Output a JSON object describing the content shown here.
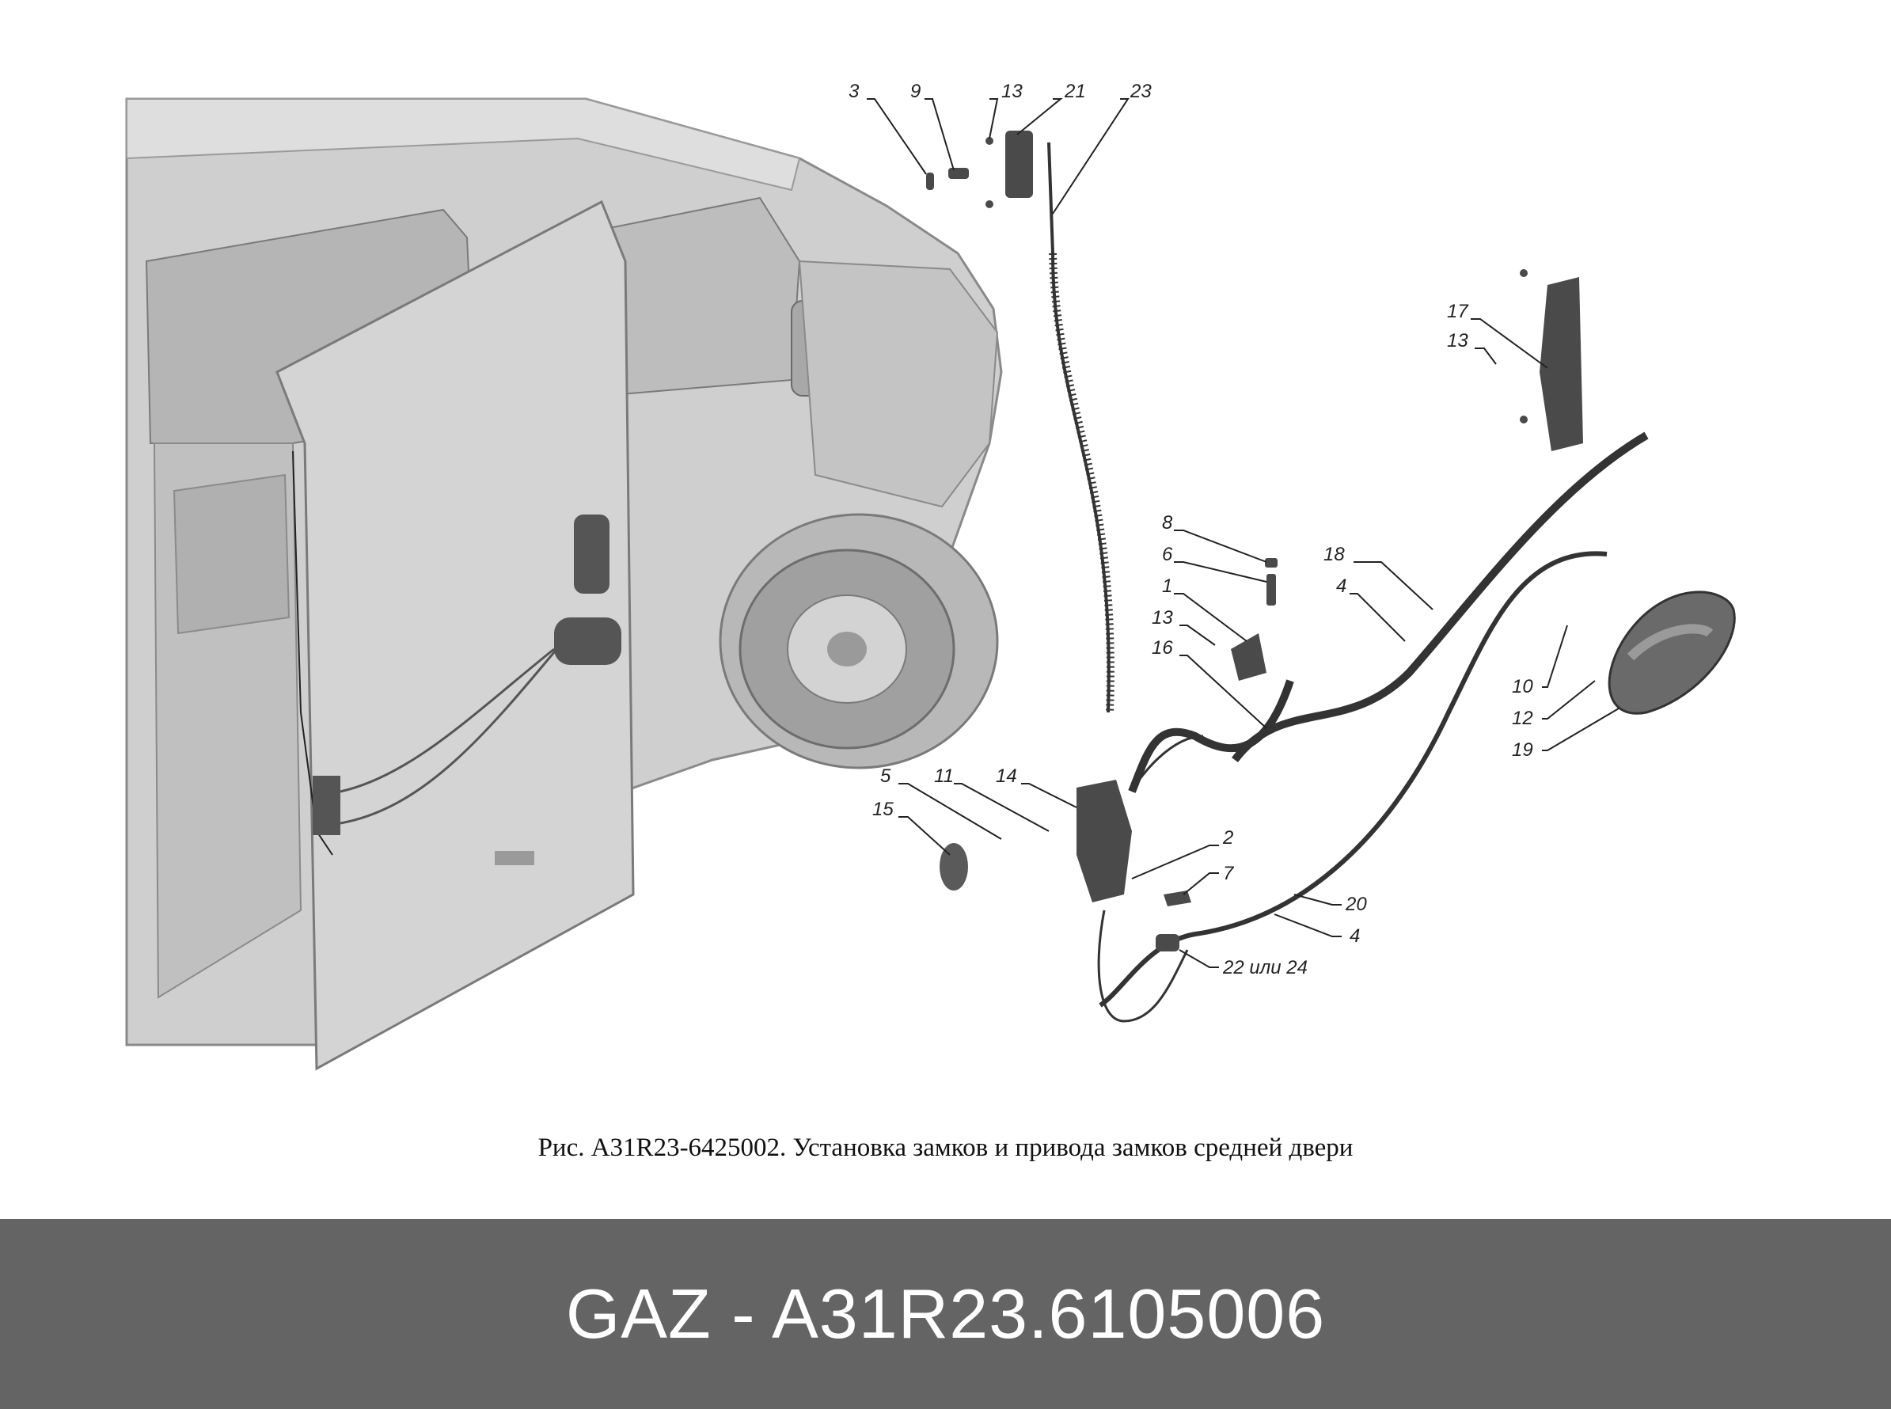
{
  "diagram": {
    "caption": "Рис. A31R23-6425002. Установка замков и привода замков средней двери",
    "callouts": [
      {
        "id": "c3",
        "label": "3"
      },
      {
        "id": "c9",
        "label": "9"
      },
      {
        "id": "c13a",
        "label": "13"
      },
      {
        "id": "c21",
        "label": "21"
      },
      {
        "id": "c23",
        "label": "23"
      },
      {
        "id": "c17",
        "label": "17"
      },
      {
        "id": "c13b",
        "label": "13"
      },
      {
        "id": "c8",
        "label": "8"
      },
      {
        "id": "c6",
        "label": "6"
      },
      {
        "id": "c18",
        "label": "18"
      },
      {
        "id": "c1",
        "label": "1"
      },
      {
        "id": "c4a",
        "label": "4"
      },
      {
        "id": "c13c",
        "label": "13"
      },
      {
        "id": "c16",
        "label": "16"
      },
      {
        "id": "c10",
        "label": "10"
      },
      {
        "id": "c12",
        "label": "12"
      },
      {
        "id": "c19",
        "label": "19"
      },
      {
        "id": "c5",
        "label": "5"
      },
      {
        "id": "c11",
        "label": "11"
      },
      {
        "id": "c14",
        "label": "14"
      },
      {
        "id": "c15",
        "label": "15"
      },
      {
        "id": "c2",
        "label": "2"
      },
      {
        "id": "c7",
        "label": "7"
      },
      {
        "id": "c20",
        "label": "20"
      },
      {
        "id": "c4b",
        "label": "4"
      },
      {
        "id": "c22",
        "label": "22 или 24"
      }
    ]
  },
  "footer": {
    "title": "GAZ - A31R23.6105006"
  },
  "colors": {
    "footer_bg": "#646464",
    "van_body": "#c9c9c9",
    "van_dark": "#9a9a9a",
    "part_dark": "#4a4a4a"
  }
}
